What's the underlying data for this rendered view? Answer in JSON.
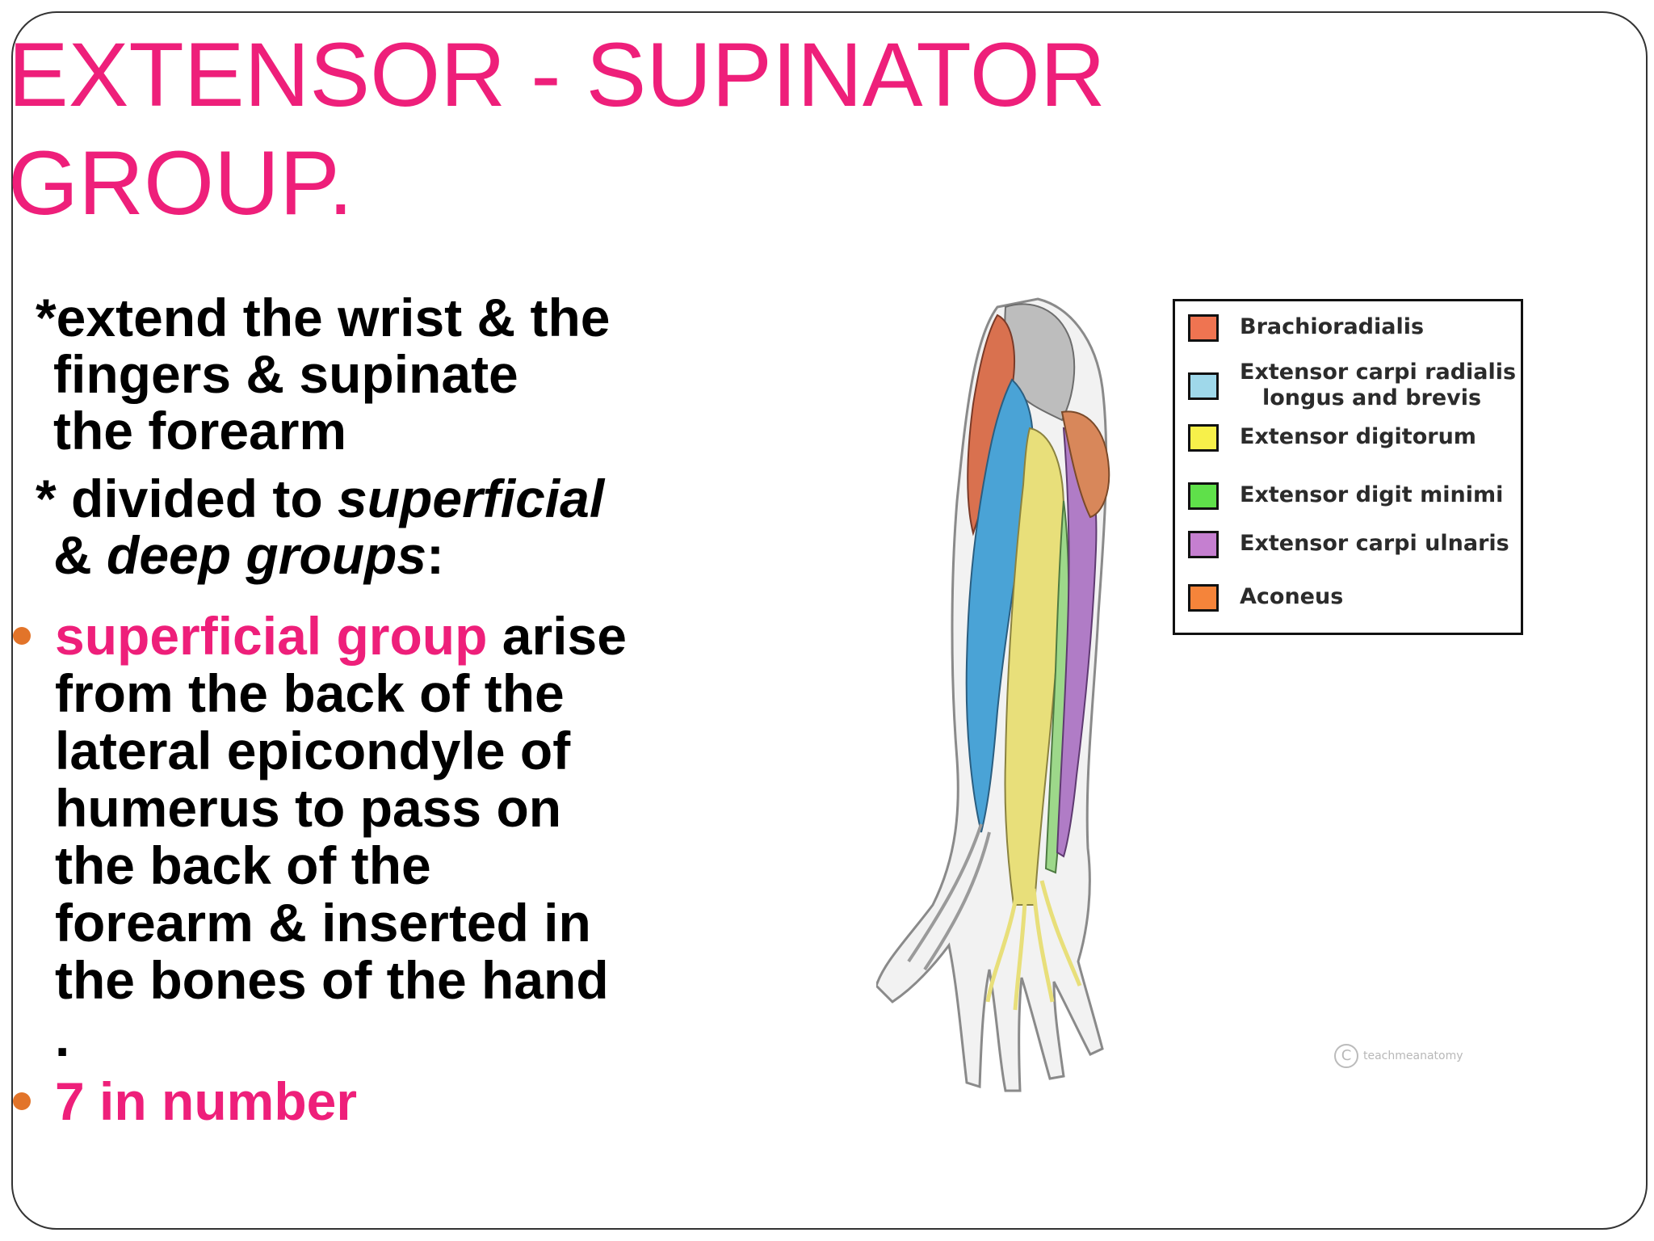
{
  "title": {
    "line1": "EXTENSOR - SUPINATOR",
    "line2": "GROUP."
  },
  "intro": {
    "p1": [
      "*extend the wrist & the",
      "fingers &   supinate",
      "the forearm"
    ],
    "p2_prefix": "* divided to ",
    "p2_em1": "superficial",
    "p2_amp": "& ",
    "p2_em2": "deep groups",
    "p2_suffix": ":"
  },
  "bullets": {
    "b1_highlight": "superficial group",
    "b1_rest_first": " arise",
    "b1_lines": [
      "from the back of the",
      "lateral epicondyle of",
      "humerus to pass on",
      "the back of the",
      "forearm & inserted in",
      "the bones of the hand",
      "."
    ],
    "b2": "7  in number"
  },
  "legend": {
    "items": [
      {
        "label": "Brachioradialis",
        "label2": "",
        "color": "#ef7451"
      },
      {
        "label": "Extensor carpi radialis",
        "label2": "longus and brevis",
        "color": "#9fd8ea"
      },
      {
        "label": "Extensor digitorum",
        "label2": "",
        "color": "#f7f04a"
      },
      {
        "label": "Extensor digit minimi",
        "label2": "",
        "color": "#5fe04a"
      },
      {
        "label": "Extensor carpi ulnaris",
        "label2": "",
        "color": "#c57fd0"
      },
      {
        "label": "Aconeus",
        "label2": "",
        "color": "#f5843a"
      }
    ]
  },
  "copyright": {
    "symbol": "C",
    "text": "teachmeanatomy"
  },
  "colors": {
    "title": "#ee1f7a",
    "bullet": "#e2742a",
    "brachioradialis": "#d9714f",
    "ecr": "#4aa3d6",
    "digitorum": "#e8df7a",
    "minimi": "#9dd88a",
    "ulnaris": "#b07cc6",
    "aconeus": "#d8875a"
  }
}
